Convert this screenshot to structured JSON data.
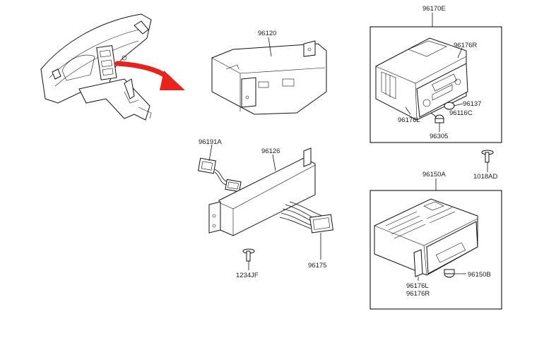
{
  "labels": {
    "p96120": "96120",
    "p96170E": "96170E",
    "p96176R_top": "96176R",
    "p96137": "96137",
    "p96116C": "96116C",
    "p96176L_top": "96176L",
    "p96305": "96305",
    "p96191A": "96191A",
    "p96126": "96126",
    "p1018AD": "1018AD",
    "p96150A": "96150A",
    "p96175": "96175",
    "p1234JF": "1234JF",
    "p96150B": "96150B",
    "p96176L_bot": "96176L",
    "p96176R_bot": "96176R"
  },
  "colors": {
    "arrow": "#e8231e",
    "line": "#111111"
  }
}
